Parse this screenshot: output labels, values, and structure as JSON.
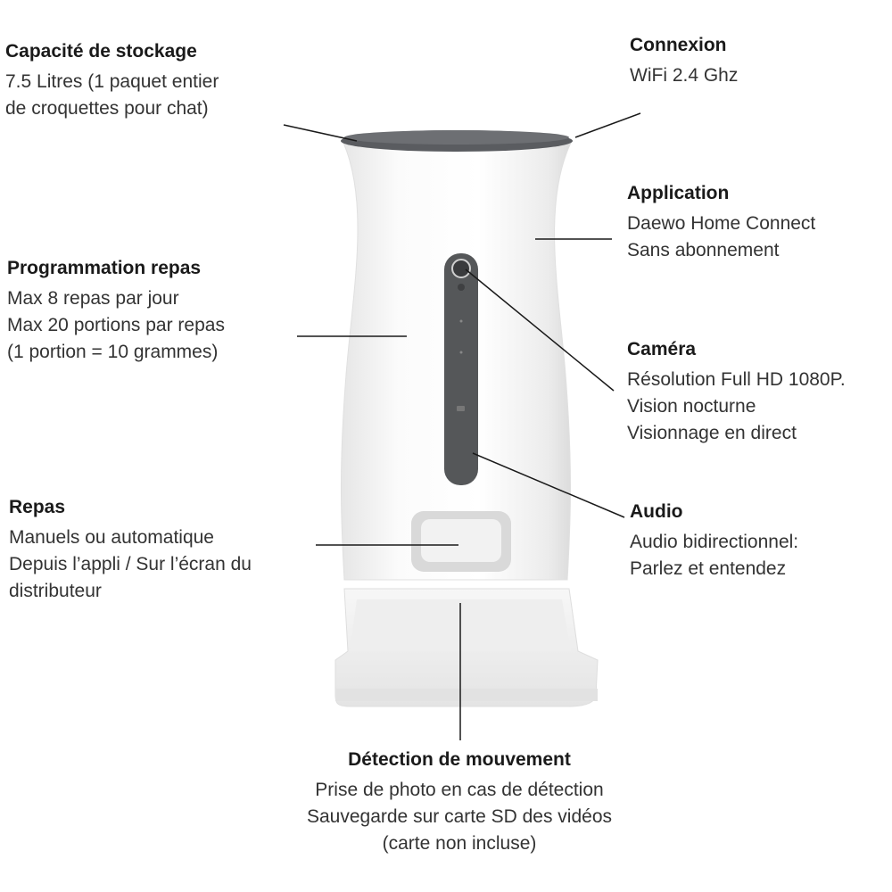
{
  "features": {
    "storage": {
      "title": "Capacité de stockage",
      "lines": [
        "7.5 Litres (1 paquet entier",
        "de croquettes pour chat)"
      ]
    },
    "connection": {
      "title": "Connexion",
      "lines": [
        "WiFi 2.4 Ghz"
      ]
    },
    "application": {
      "title": "Application",
      "lines": [
        "Daewo Home Connect",
        "Sans abonnement"
      ]
    },
    "schedule": {
      "title": "Programmation repas",
      "lines": [
        "Max 8 repas par jour",
        "Max 20 portions par repas",
        "(1 portion = 10 grammes)"
      ]
    },
    "camera": {
      "title": "Caméra",
      "lines": [
        "Résolution Full HD 1080P.",
        "Vision nocturne",
        "Visionnage en direct"
      ]
    },
    "meals": {
      "title": "Repas",
      "lines": [
        "Manuels ou automatique",
        "Depuis l’appli / Sur l’écran du",
        "distributeur"
      ]
    },
    "audio": {
      "title": "Audio",
      "lines": [
        "Audio bidirectionnel:",
        "Parlez et entendez"
      ]
    },
    "motion": {
      "title": "Détection de mouvement",
      "lines": [
        "Prise de photo en cas de détection",
        "Sauvegarde sur carte SD des vidéos",
        "(carte non incluse)"
      ]
    }
  },
  "colors": {
    "body": "#f4f4f4",
    "lid": "#5a5c60",
    "panel": "#555759",
    "leader_line": "#1a1a1a"
  }
}
